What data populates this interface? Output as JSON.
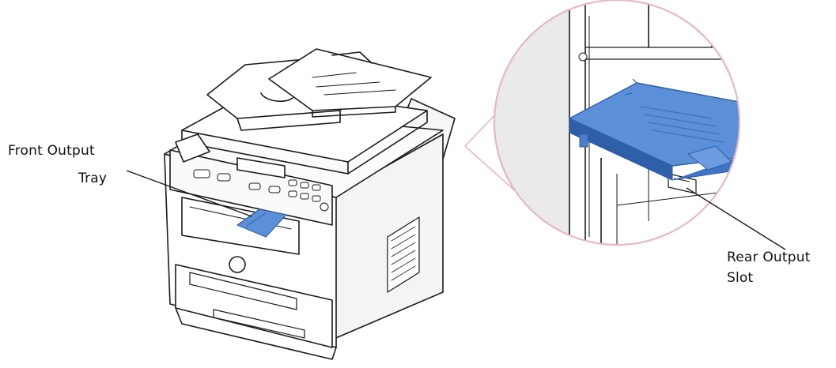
{
  "labels": {
    "front_output_tray": [
      "Front Output",
      "Tray"
    ],
    "rear_output_slot": [
      "Rear Output",
      "Slot"
    ]
  },
  "colors": {
    "tray_blue": "#5b8fd8",
    "tray_blue_dark": "#2f5fa8",
    "magnifier_ring": "#e6b7c2",
    "outline": "#1a1a1a"
  },
  "icons": [
    "printer-illustration",
    "magnifier-circle",
    "front-tray-shape",
    "rear-tray-shape"
  ]
}
